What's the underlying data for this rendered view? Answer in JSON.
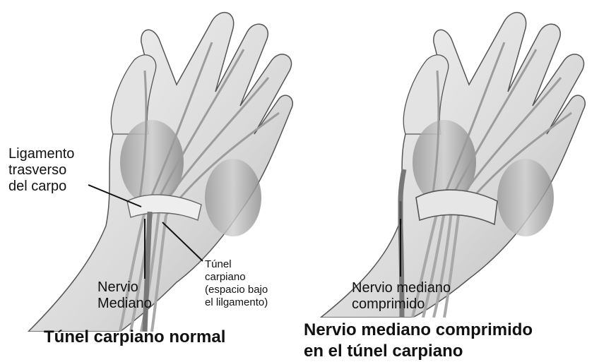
{
  "left_panel": {
    "label_ligament": [
      "Ligamento",
      "trasverso",
      "del carpo"
    ],
    "label_nerve": [
      "Nervio",
      "Mediano"
    ],
    "label_tunnel": [
      "Túnel",
      "carpiano",
      "(espacio bajo",
      "el lilgamento)"
    ],
    "caption": "Túnel carpiano normal"
  },
  "right_panel": {
    "label_nerve": [
      "Nervio mediano",
      "comprimido"
    ],
    "caption": [
      "Nervio mediano comprimido",
      "en el túnel carpiano"
    ]
  }
}
